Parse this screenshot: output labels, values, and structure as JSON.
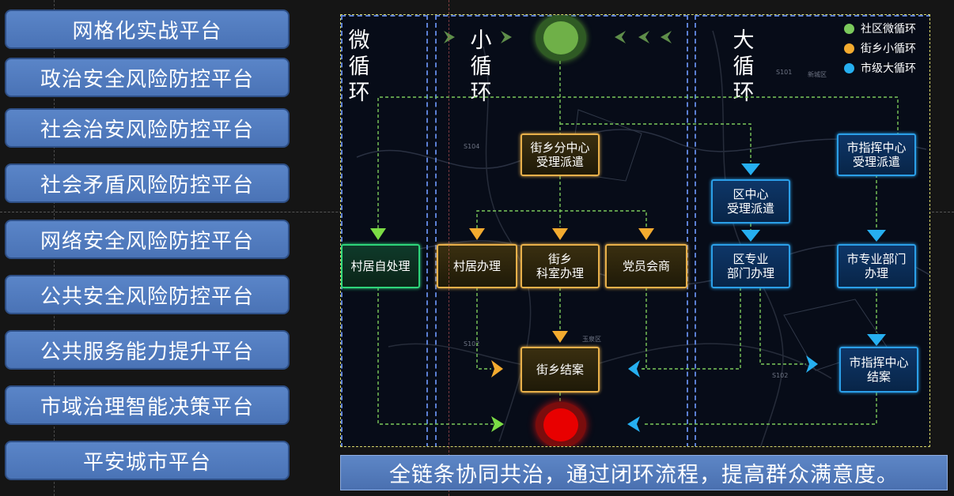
{
  "sidebar": {
    "items": [
      {
        "label": "网格化实战平台"
      },
      {
        "label": "政治安全风险防控平台"
      },
      {
        "label": "社会治安风险防控平台"
      },
      {
        "label": "社会矛盾风险防控平台"
      },
      {
        "label": "网络安全风险防控平台"
      },
      {
        "label": "公共安全风险防控平台"
      },
      {
        "label": "公共服务能力提升平台"
      },
      {
        "label": "市域治理智能决策平台"
      },
      {
        "label": "平安城市平台"
      }
    ]
  },
  "diagram": {
    "loops": {
      "micro": "微循环",
      "small": "小循环",
      "large": "大循环"
    },
    "legend": [
      {
        "label": "社区微循环",
        "color": "#7bc95c"
      },
      {
        "label": "街乡小循环",
        "color": "#f3ab2f"
      },
      {
        "label": "市级大循环",
        "color": "#26aff0"
      }
    ],
    "nodes": {
      "street_center": "街乡分中心\n受理派遣",
      "city_command": "市指挥中心\n受理派遣",
      "district_center": "区中心\n受理派遣",
      "village_self": "村居自处理",
      "village_handle": "村居办理",
      "street_office": "街乡\n科室办理",
      "party_consult": "党员会商",
      "district_dept": "区专业\n部门办理",
      "city_dept": "市专业部门\n办理",
      "street_close": "街乡结案",
      "city_close": "市指挥中心\n结案"
    },
    "colors": {
      "start": "#6fb048",
      "end": "#e80000",
      "connector": "#7cc95a"
    },
    "map_labels": [
      "S101",
      "新城区",
      "S104",
      "S102",
      "玉泉区",
      "S102"
    ]
  },
  "footer": {
    "text": "全链条协同共治，通过闭环流程，提高群众满意度。"
  }
}
